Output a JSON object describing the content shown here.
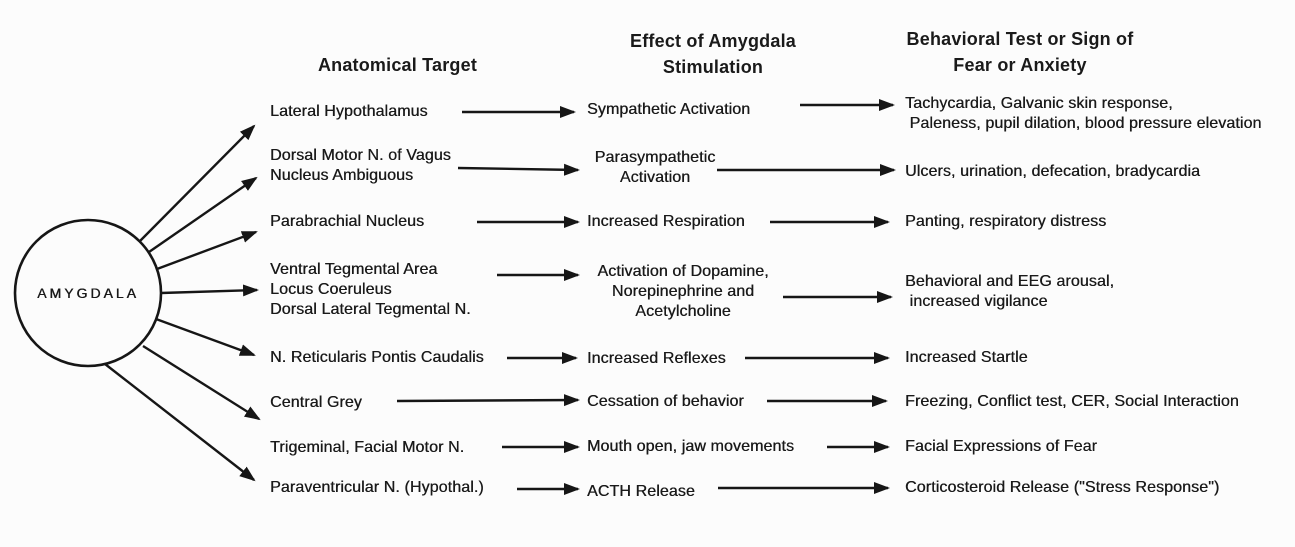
{
  "node": {
    "label": "AMYGDALA"
  },
  "headers": {
    "target": "Anatomical Target",
    "effect": "Effect of Amygdala\nStimulation",
    "behavior": "Behavioral Test or Sign of\nFear or Anxiety"
  },
  "rows": [
    {
      "target": "Lateral Hypothalamus",
      "effect": "Sympathetic Activation",
      "behavior": "Tachycardia, Galvanic skin response,\n Paleness, pupil dilation, blood pressure elevation"
    },
    {
      "target": "Dorsal Motor N. of Vagus\nNucleus Ambiguous",
      "effect": "Parasympathetic\nActivation",
      "behavior": "Ulcers, urination, defecation, bradycardia"
    },
    {
      "target": "Parabrachial Nucleus",
      "effect": "Increased Respiration",
      "behavior": "Panting, respiratory distress"
    },
    {
      "target": "Ventral Tegmental Area\nLocus Coeruleus\nDorsal Lateral Tegmental N.",
      "effect": "Activation of Dopamine,\nNorepinephrine and\nAcetylcholine",
      "behavior": "Behavioral and EEG arousal,\n increased vigilance"
    },
    {
      "target": "N. Reticularis Pontis Caudalis",
      "effect": "Increased Reflexes",
      "behavior": "Increased Startle"
    },
    {
      "target": "Central Grey",
      "effect": "Cessation of behavior",
      "behavior": "Freezing, Conflict test, CER, Social Interaction"
    },
    {
      "target": "Trigeminal, Facial Motor N.",
      "effect": "Mouth open, jaw movements",
      "behavior": "Facial Expressions of Fear"
    },
    {
      "target": "Paraventricular N. (Hypothal.)",
      "effect": "ACTH Release",
      "behavior": "Corticosteroid Release (\"Stress Response\")"
    }
  ],
  "colors": {
    "ink": "#161616",
    "background": "#fcfcfc"
  }
}
